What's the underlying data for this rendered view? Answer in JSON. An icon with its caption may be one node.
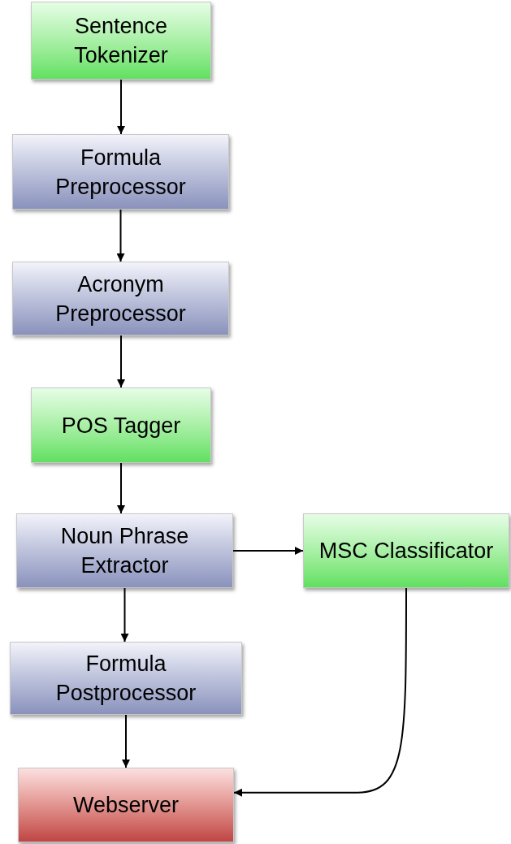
{
  "diagram": {
    "nodes": [
      {
        "text": [
          "Sentence Tokenizer"
        ]
      },
      {
        "text": [
          "Formula Preprocessor"
        ]
      },
      {
        "text": [
          "Acronym Preprocessor"
        ]
      },
      {
        "text": [
          "POS Tagger"
        ]
      },
      {
        "text": [
          "Noun Phrase Extractor"
        ]
      },
      {
        "text": [
          "MSC Classificator"
        ]
      },
      {
        "text": [
          "Formula Postprocessor"
        ]
      },
      {
        "text": [
          "Webserver"
        ]
      }
    ],
    "edges": [
      {
        "from": 0,
        "to": 1,
        "arrow": "to"
      },
      {
        "from": 1,
        "to": 2,
        "arrow": "to"
      },
      {
        "from": 2,
        "to": 3,
        "arrow": "to"
      },
      {
        "from": 3,
        "to": 4,
        "arrow": "to"
      },
      {
        "from": 4,
        "to": 5,
        "arrow": "to"
      },
      {
        "from": 4,
        "to": 6,
        "arrow": "to"
      },
      {
        "from": 6,
        "to": 7,
        "arrow": "to"
      },
      {
        "from": 5,
        "to": 7,
        "arrow": "to"
      }
    ]
  }
}
